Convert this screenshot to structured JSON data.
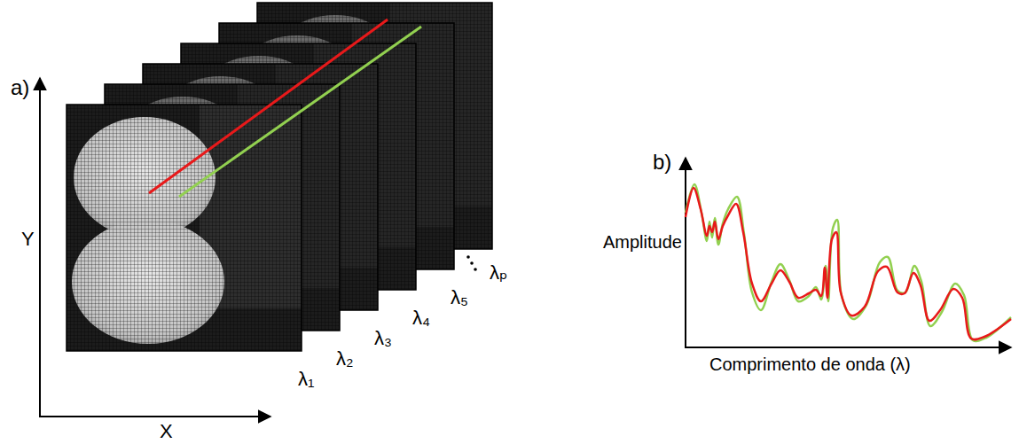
{
  "diagram": {
    "labels": [
      "a)",
      "Y",
      "X",
      "λ₁",
      "λ₂",
      "λ₃",
      "λ₄",
      "λ₅",
      "λₚ",
      "b)",
      "Amplitude",
      "Comprimento de onda (λ)"
    ]
  }
}
